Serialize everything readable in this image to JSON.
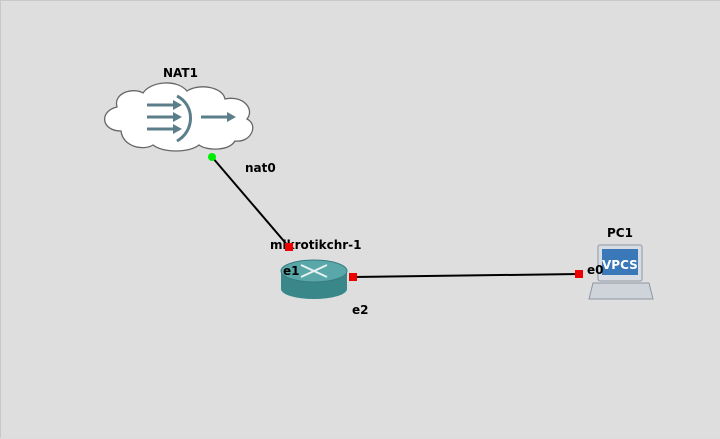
{
  "topology": {
    "nodes": [
      {
        "id": "nat1",
        "label": "NAT1",
        "kind": "cloud"
      },
      {
        "id": "router",
        "label": "mikrotikchr-1",
        "kind": "router"
      },
      {
        "id": "pc1",
        "label": "PC1",
        "kind": "vpcs",
        "screen_text": "VPCS"
      }
    ],
    "links": [
      {
        "from": "nat1",
        "from_port": "nat0",
        "to": "router",
        "to_port": "e1",
        "status_from": "up",
        "status_to": "down"
      },
      {
        "from": "router",
        "from_port": "e2",
        "to": "pc1",
        "to_port": "e0",
        "status_from": "down",
        "status_to": "down"
      }
    ]
  },
  "colors": {
    "link_up": "#00ee00",
    "link_down": "#ee0000",
    "canvas": "#dedede",
    "router_body": "#3f8f92",
    "cloud_fill": "#ffffff",
    "cloud_arrows": "#5b7f8a"
  }
}
